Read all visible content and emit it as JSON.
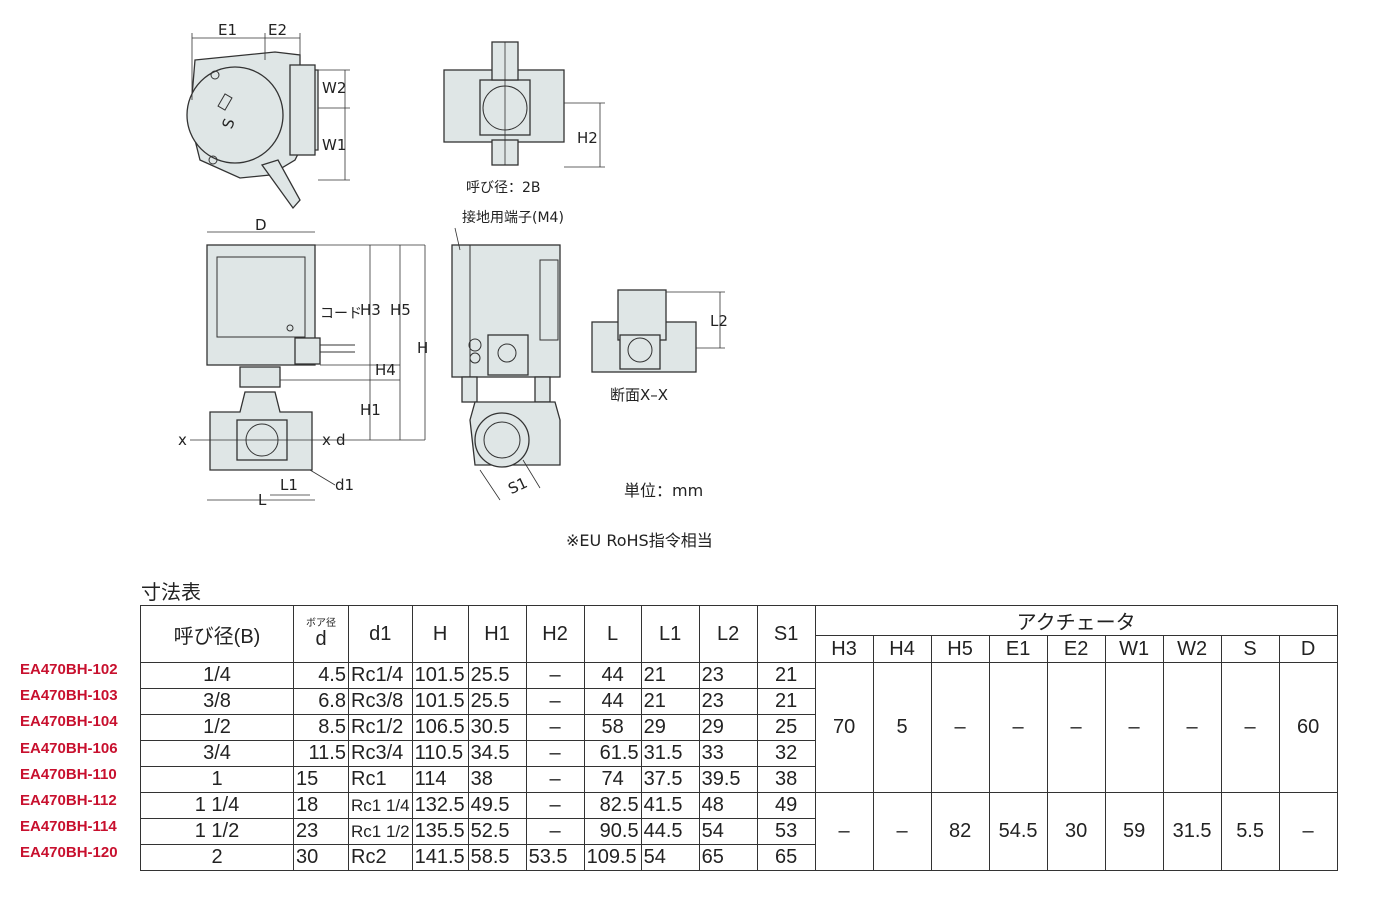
{
  "drawing": {
    "labels": {
      "e1": "E1",
      "e2": "E2",
      "w2": "W2",
      "w1": "W1",
      "s": "S",
      "d": "D",
      "h3": "H3",
      "h5": "H5",
      "h": "H",
      "h4": "H4",
      "h1": "H1",
      "cord": "コード",
      "x_left": "x",
      "x_right": "x",
      "d_small": "d",
      "l1": "L1",
      "l": "L",
      "d1": "d1",
      "h2": "H2",
      "s1": "S1",
      "l2": "L2"
    },
    "caption_top": "呼び径：2B",
    "ground_terminal": "接地用端子(M4)",
    "section_label": "断面X–X",
    "unit": "単位：mm",
    "rohs": "※EU RoHS指令相当"
  },
  "table": {
    "title": "寸法表",
    "headers": {
      "size": "呼び径(B)",
      "bore_note": "ボア径",
      "d": "d",
      "d1": "d1",
      "h": "H",
      "h1": "H1",
      "h2": "H2",
      "l": "L",
      "l1": "L1",
      "l2": "L2",
      "s1": "S1",
      "actuator": "アクチェータ",
      "h3": "H3",
      "h4": "H4",
      "h5": "H5",
      "e1": "E1",
      "e2": "E2",
      "w1": "W1",
      "w2": "W2",
      "s": "S",
      "dd": "D"
    },
    "models": [
      "EA470BH-102",
      "EA470BH-103",
      "EA470BH-104",
      "EA470BH-106",
      "EA470BH-110",
      "EA470BH-112",
      "EA470BH-114",
      "EA470BH-120"
    ],
    "rows": [
      {
        "size": "1/4",
        "d": "4.5",
        "d1": "Rc1/4",
        "h": "101.5",
        "h1": "25.5",
        "h2": "–",
        "l": "44",
        "l1": "21",
        "l2": "23",
        "s1": "21"
      },
      {
        "size": "3/8",
        "d": "6.8",
        "d1": "Rc3/8",
        "h": "101.5",
        "h1": "25.5",
        "h2": "–",
        "l": "44",
        "l1": "21",
        "l2": "23",
        "s1": "21"
      },
      {
        "size": "1/2",
        "d": "8.5",
        "d1": "Rc1/2",
        "h": "106.5",
        "h1": "30.5",
        "h2": "–",
        "l": "58",
        "l1": "29",
        "l2": "29",
        "s1": "25"
      },
      {
        "size": "3/4",
        "d": "11.5",
        "d1": "Rc3/4",
        "h": "110.5",
        "h1": "34.5",
        "h2": "–",
        "l": "61.5",
        "l1": "31.5",
        "l2": "33",
        "s1": "32"
      },
      {
        "size": "1",
        "d": "15",
        "d1": "Rc1",
        "h": "114",
        "h1": "38",
        "h2": "–",
        "l": "74",
        "l1": "37.5",
        "l2": "39.5",
        "s1": "38"
      },
      {
        "size": "1 1/4",
        "d": "18",
        "d1": "Rc1 1/4",
        "h": "132.5",
        "h1": "49.5",
        "h2": "–",
        "l": "82.5",
        "l1": "41.5",
        "l2": "48",
        "s1": "49"
      },
      {
        "size": "1 1/2",
        "d": "23",
        "d1": "Rc1 1/2",
        "h": "135.5",
        "h1": "52.5",
        "h2": "–",
        "l": "90.5",
        "l1": "44.5",
        "l2": "54",
        "s1": "53"
      },
      {
        "size": "2",
        "d": "30",
        "d1": "Rc2",
        "h": "141.5",
        "h1": "58.5",
        "h2": "53.5",
        "l": "109.5",
        "l1": "54",
        "l2": "65",
        "s1": "65"
      }
    ],
    "actuator_group1": {
      "h3": "70",
      "h4": "5",
      "h5": "–",
      "e1": "–",
      "e2": "–",
      "w1": "–",
      "w2": "–",
      "s": "–",
      "dd": "60"
    },
    "actuator_group2": {
      "h3": "–",
      "h4": "–",
      "h5": "82",
      "e1": "54.5",
      "e2": "30",
      "w1": "59",
      "w2": "31.5",
      "s": "5.5",
      "dd": "–"
    }
  }
}
